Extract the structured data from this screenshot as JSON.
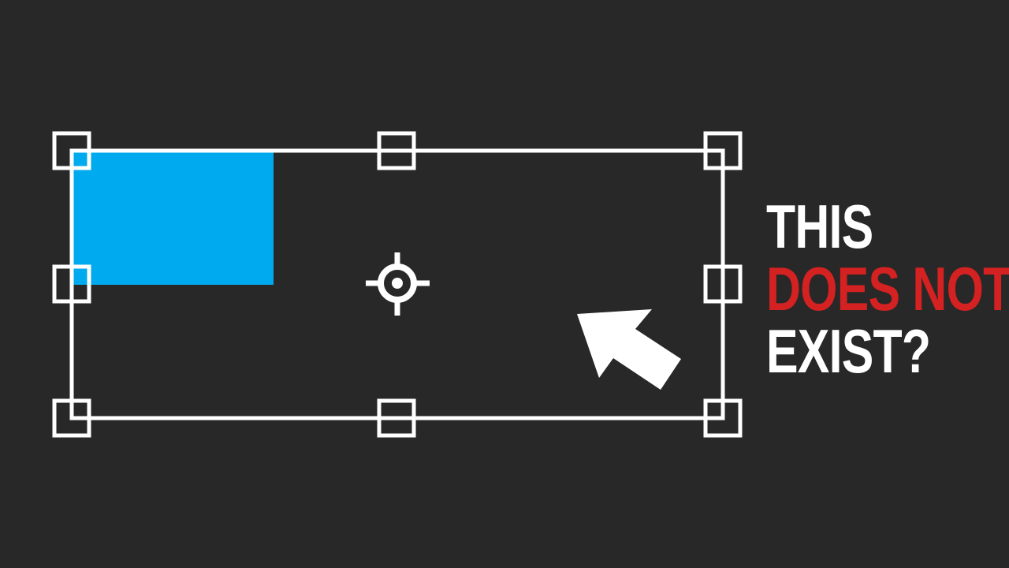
{
  "theme": {
    "background": "#282828",
    "stroke": "#ffffff",
    "fill_accent": "#00aaee",
    "text_primary": "#ffffff",
    "text_accent": "#d42121"
  },
  "icons": {
    "center": "crosshair-icon",
    "pointer": "arrow-pointer-icon"
  },
  "headline": {
    "line1": "THIS",
    "line2": "DOES NOT",
    "line3": "EXIST?"
  }
}
